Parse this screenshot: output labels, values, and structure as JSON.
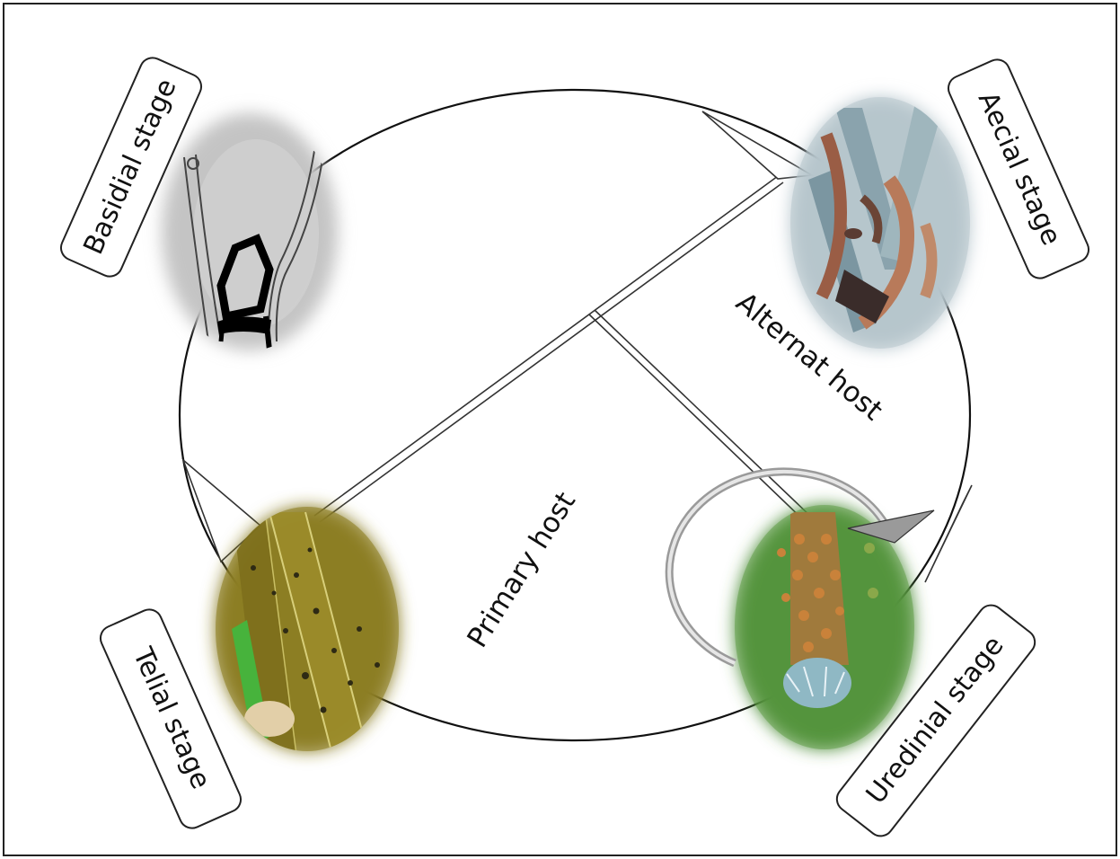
{
  "diagram": {
    "stages": {
      "basidial": "Basidial stage",
      "aecial": "Aecial stage",
      "telial": "Telial stage",
      "uredinial": "Uredinial stage"
    },
    "hosts": {
      "alternate": "Alternat host",
      "primary": "Primary host"
    },
    "colors": {
      "frame": "#222222",
      "outline": "#111111",
      "loop_arrow": "#9a9a9a",
      "basidial_bg": "#c4c4c4",
      "aecial_bg": "#b9c8cf",
      "telial_bg": "#8a7d22",
      "uredinial_bg": "#4f8f3a"
    }
  }
}
